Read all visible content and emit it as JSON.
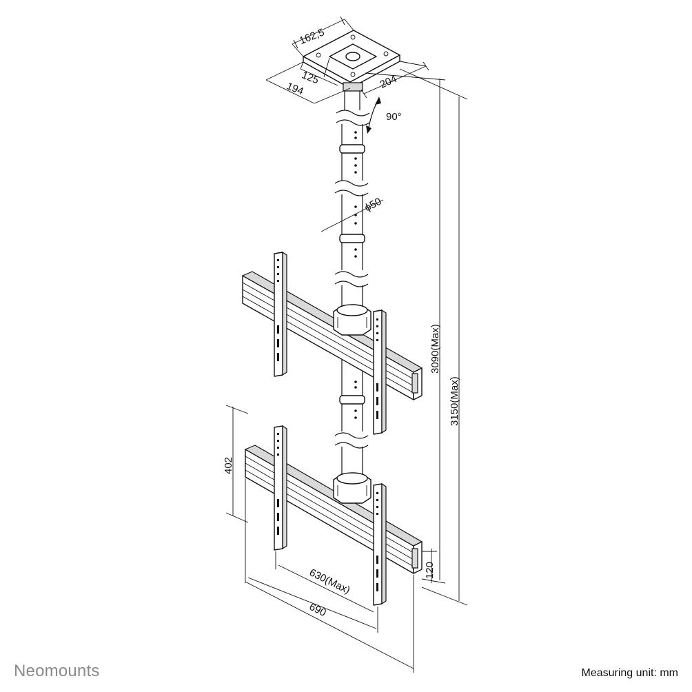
{
  "brand": "Neomounts",
  "measuring_unit": "Measuring unit: mm",
  "dimensions": {
    "plate_depth": "162,5",
    "plate_hole_spacing": "125",
    "plate_width": "194",
    "plate_length": "204",
    "rotation": "90°",
    "pole_diameter": "ϕ50",
    "height_to_upper": "3090(Max)",
    "height_total": "3150(Max)",
    "display_spacing": "402",
    "vesa_max": "630(Max)",
    "bar_width": "690",
    "bottom_offset": "120"
  },
  "colors": {
    "line": "#111111",
    "brand": "#8a8a8a",
    "fill_grey": "#d9d9d9"
  }
}
